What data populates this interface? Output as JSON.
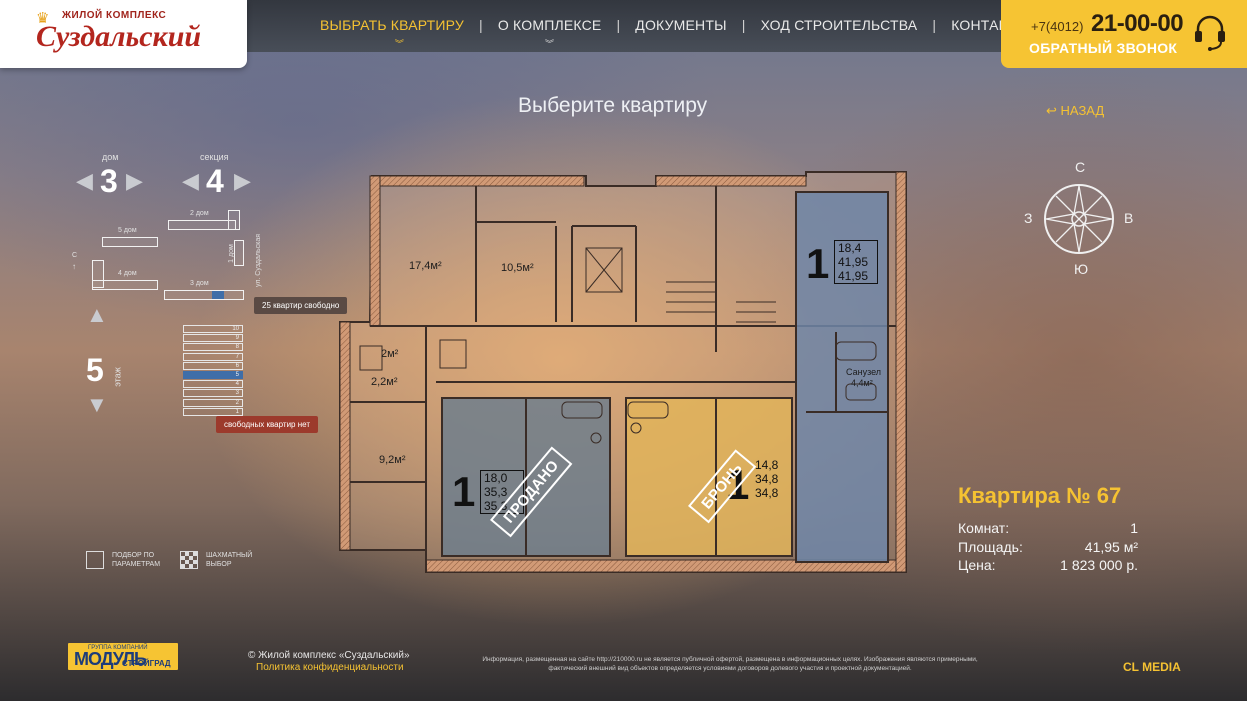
{
  "logo": {
    "top": "ЖИЛОЙ КОМПЛЕКС",
    "name": "Суздальский"
  },
  "nav": [
    {
      "label": "ВЫБРАТЬ КВАРТИРУ"
    },
    {
      "label": "О КОМПЛЕКСЕ"
    },
    {
      "label": "ДОКУМЕНТЫ"
    },
    {
      "label": "ХОД СТРОИТЕЛЬСТВА"
    },
    {
      "label": "КОНТАКТЫ"
    }
  ],
  "contact": {
    "code": "+7(4012)",
    "number": "21-00-00",
    "callback": "ОБРАТНЫЙ ЗВОНОК"
  },
  "page": {
    "title": "Выберите квартиру",
    "back": "НАЗАД"
  },
  "selector": {
    "house_label": "дом",
    "house": "3",
    "section_label": "секция",
    "section": "4",
    "floor_label": "этаж",
    "floor": "5",
    "houses": {
      "h2": "2 дом",
      "h5": "5 дом",
      "h4": "4 дом",
      "h3": "3 дом",
      "h1": "1 дом",
      "street": "ул. Суздальская",
      "north": "С"
    },
    "free_tag": "25 квартир свободно",
    "floors_free_tag": "свободных квартир нет",
    "floors": [
      "10",
      "9",
      "8",
      "7",
      "6",
      "5",
      "4",
      "3",
      "2",
      "1"
    ],
    "selected_floor": "5"
  },
  "tools": {
    "params": "ПОДБОР ПО ПАРАМЕТРАМ",
    "chess": "ШАХМАТНЫЙ ВЫБОР"
  },
  "plan": {
    "rooms": {
      "r1": "17,4м²",
      "r2": "10,5м²",
      "r3": "2м²",
      "r4": "2,2м²",
      "r5": "9,2м²",
      "bath": "Санузел",
      "bath_area": "4,4м²"
    },
    "apartments": [
      {
        "rooms": "1",
        "a": "18,4",
        "b": "41,95",
        "c": "41,95",
        "color": "#6e86a8"
      },
      {
        "rooms": "1",
        "a": "18,0",
        "b": "35,3",
        "c": "35,3",
        "stamp": "ПРОДАНО",
        "color": "#6f7e8c"
      },
      {
        "rooms": "1",
        "a": "14,8",
        "b": "34,8",
        "c": "34,8",
        "stamp": "БРОНЬ",
        "color": "#e2b45a"
      }
    ]
  },
  "compass": {
    "n": "С",
    "s": "Ю",
    "w": "З",
    "e": "В"
  },
  "info": {
    "title": "Квартира № 67",
    "rooms_label": "Комнат:",
    "rooms": "1",
    "area_label": "Площадь:",
    "area": "41,95 м²",
    "price_label": "Цена:",
    "price": "1 823 000 р."
  },
  "footer": {
    "brand_top": "ГРУППА КОМПАНИЙ",
    "brand_a": "МОДУЛЬ",
    "brand_b": "СТРОЙГРАД",
    "copyright": "© Жилой комплекс «Суздальский»",
    "policy": "Политика конфиденциальности",
    "disclaimer": "Информация, размещенная на сайте http://210000.ru не является публичной офертой, размещена в информационных целях. Изображения являются примерными, фактический внешний вид объектов определяется условиями договоров долевого участия и проектной документацией.",
    "agency": "CL MEDIA"
  }
}
